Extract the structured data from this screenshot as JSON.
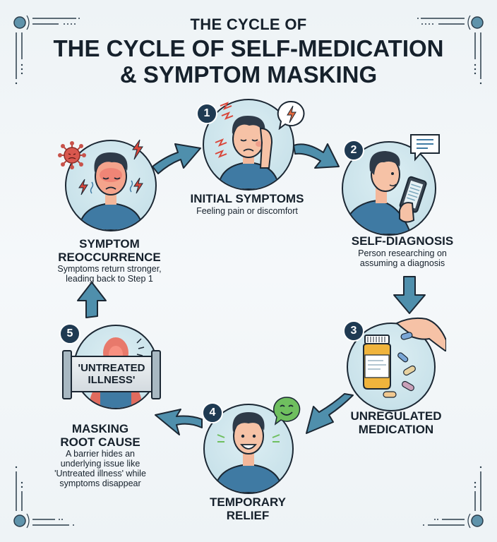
{
  "header": {
    "title_small": "THE CYCLE OF",
    "title_line1": "THE CYCLE OF SELF-MEDICATION",
    "title_line2": "& SYMPTOM MASKING"
  },
  "colors": {
    "arrow": "#4f8fac",
    "badge": "#1f3a52",
    "shirt": "#3f7aa3",
    "circle_bg": "#c9e2ea",
    "accent_red": "#d9463a",
    "bottle": "#f0b43c",
    "smile_green": "#6fbf5f"
  },
  "steps": [
    {
      "number": "1",
      "title": "INITIAL SYMPTOMS",
      "description": "Feeling pain or discomfort",
      "icons": [
        "headache-person-icon",
        "lightning-speech-bubble-icon"
      ]
    },
    {
      "number": "2",
      "title": "SELF-DIAGNOSIS",
      "description_lines": [
        "Person researching on",
        "assuming a diagnosis"
      ],
      "icons": [
        "person-with-phone-icon",
        "text-speech-bubble-icon"
      ]
    },
    {
      "number": "3",
      "title_lines": [
        "UNREGULATED",
        "MEDICATION"
      ],
      "icons": [
        "pill-bottle-icon",
        "hand-with-pill-icon",
        "capsules-icon"
      ]
    },
    {
      "number": "4",
      "title_lines": [
        "TEMPORARY",
        "RELIEF"
      ],
      "icons": [
        "smiling-person-icon",
        "smiley-speech-bubble-icon"
      ]
    },
    {
      "number": "5",
      "title_lines": [
        "MASKING",
        "ROOT CAUSE"
      ],
      "barrier_label_lines": [
        "'UNTREATED",
        "ILLNESS'"
      ],
      "description_lines": [
        "A barrier hides an",
        "underlying issue like",
        "'Untreated illness' while",
        "symptoms disappear"
      ],
      "icons": [
        "silhouette-person-icon",
        "barrier-sign-icon"
      ]
    },
    {
      "title_lines": [
        "SYMPTOM",
        "REOCCURRENCE"
      ],
      "description_lines": [
        "Symptoms return stronger,",
        "leading back to Step 1"
      ],
      "icons": [
        "sick-person-icon",
        "virus-icon",
        "lightning-icon"
      ]
    }
  ]
}
